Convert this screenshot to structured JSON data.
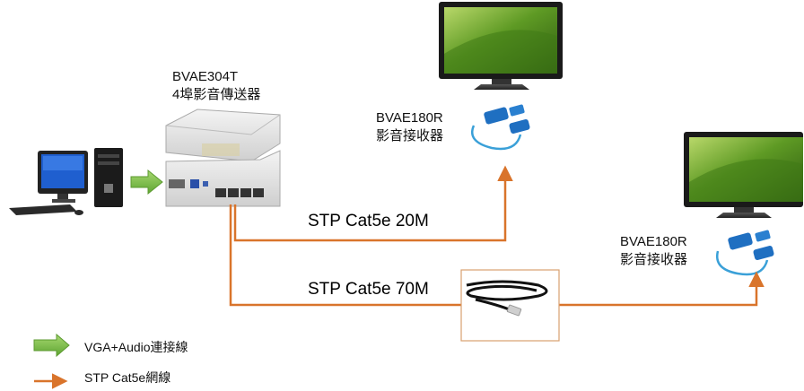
{
  "transmitter": {
    "model": "BVAE304T",
    "desc": "4埠影音傳送器"
  },
  "receiver_1": {
    "model": "BVAE180R",
    "desc": "影音接收器"
  },
  "receiver_2": {
    "model": "BVAE180R",
    "desc": "影音接收器"
  },
  "cables": {
    "short": "STP Cat5e 20M",
    "long": "STP Cat5e 70M"
  },
  "legend": {
    "vga_audio": "VGA+Audio連接線",
    "stp_cable": "STP Cat5e網線"
  },
  "colors": {
    "cable_orange": "#d9742b",
    "vga_arrow_green": "#7cc04b",
    "screen_green": "#4f8b1c"
  }
}
